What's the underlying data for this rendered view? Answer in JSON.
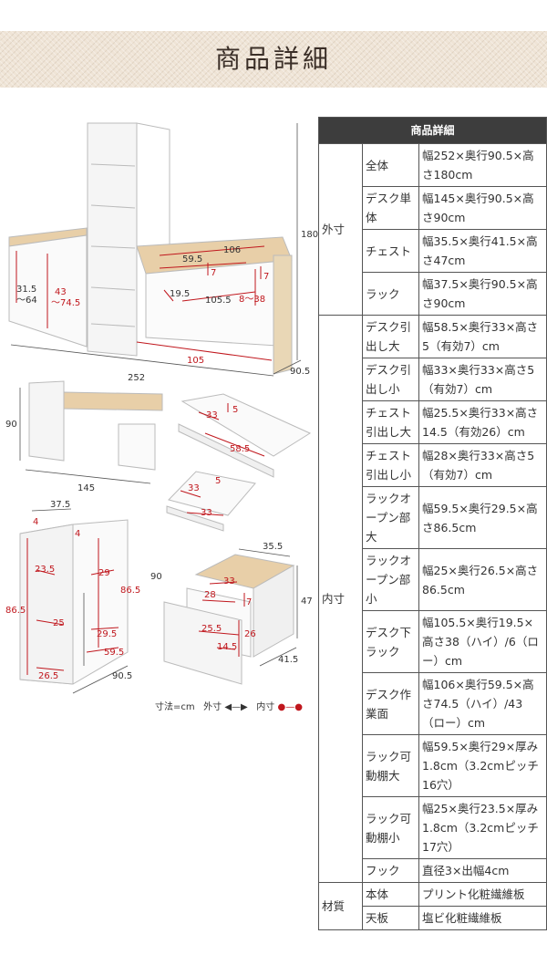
{
  "header": {
    "title": "商品詳細"
  },
  "diagram": {
    "main": {
      "h180": "180",
      "d905": "90.5",
      "w252": "252",
      "w106": "106",
      "w595": "59.5",
      "d7a": "7",
      "d7b": "7",
      "h315": "31.5",
      "h64": "〜64",
      "h43": "43",
      "h745": "〜74.5",
      "w195": "19.5",
      "w1055": "105.5",
      "h838": "8〜38",
      "w105": "105"
    },
    "desk": {
      "h90": "90",
      "w145": "145"
    },
    "drawer1": {
      "d33": "33",
      "h5": "5",
      "w585": "58.5"
    },
    "drawer2": {
      "d33": "33",
      "h5": "5",
      "w33": "33"
    },
    "rack": {
      "w375": "37.5",
      "h4a": "4",
      "h4b": "4",
      "h90": "90",
      "h865a": "86.5",
      "h865b": "86.5",
      "d235": "23.5",
      "d29": "29",
      "d25": "25",
      "d295": "29.5",
      "w595": "59.5",
      "d265": "26.5",
      "d905": "90.5"
    },
    "chest": {
      "w355": "35.5",
      "h47": "47",
      "d33": "33",
      "d28": "28",
      "h7": "7",
      "d255": "25.5",
      "h145": "14.5",
      "h26": "26",
      "d415": "41.5"
    },
    "legend": {
      "unit": "寸法=cm",
      "outer": "外寸",
      "inner": "内寸",
      "arrow_outer": "◀—▶",
      "arrow_inner": "●—●"
    }
  },
  "spec": {
    "heading": "商品詳細",
    "groups": [
      {
        "category": "外寸",
        "rows": [
          {
            "item": "全体",
            "value": "幅252×奥行90.5×高さ180cm"
          },
          {
            "item": "デスク単体",
            "value": "幅145×奥行90.5×高さ90cm"
          },
          {
            "item": "チェスト",
            "value": "幅35.5×奥行41.5×高さ47cm"
          },
          {
            "item": "ラック",
            "value": "幅37.5×奥行90.5×高さ90cm"
          }
        ]
      },
      {
        "category": "内寸",
        "rows": [
          {
            "item": "デスク引出し大",
            "value": "幅58.5×奥行33×高さ5（有効7）cm"
          },
          {
            "item": "デスク引出し小",
            "value": "幅33×奥行33×高さ5（有効7）cm"
          },
          {
            "item": "チェスト引出し大",
            "value": "幅25.5×奥行33×高さ14.5（有効26）cm"
          },
          {
            "item": "チェスト引出し小",
            "value": "幅28×奥行33×高さ5（有効7）cm"
          },
          {
            "item": "ラックオープン部大",
            "value": "幅59.5×奥行29.5×高さ86.5cm"
          },
          {
            "item": "ラックオープン部小",
            "value": "幅25×奥行26.5×高さ86.5cm"
          },
          {
            "item": "デスク下ラック",
            "value": "幅105.5×奥行19.5×高さ38（ハイ）/6（ロー）cm"
          },
          {
            "item": "デスク作業面",
            "value": "幅106×奥行59.5×高さ74.5（ハイ）/43（ロー）cm"
          },
          {
            "item": "ラック可動棚大",
            "value": "幅59.5×奥行29×厚み1.8cm（3.2cmピッチ16穴）"
          },
          {
            "item": "ラック可動棚小",
            "value": "幅25×奥行23.5×厚み1.8cm（3.2cmピッチ17穴）"
          },
          {
            "item": "フック",
            "value": "直径3×出幅4cm"
          }
        ]
      },
      {
        "category": "材質",
        "rows": [
          {
            "item": "本体",
            "value": "プリント化粧繊維板"
          },
          {
            "item": "天板",
            "value": "塩ビ化粧繊維板"
          }
        ]
      }
    ]
  }
}
